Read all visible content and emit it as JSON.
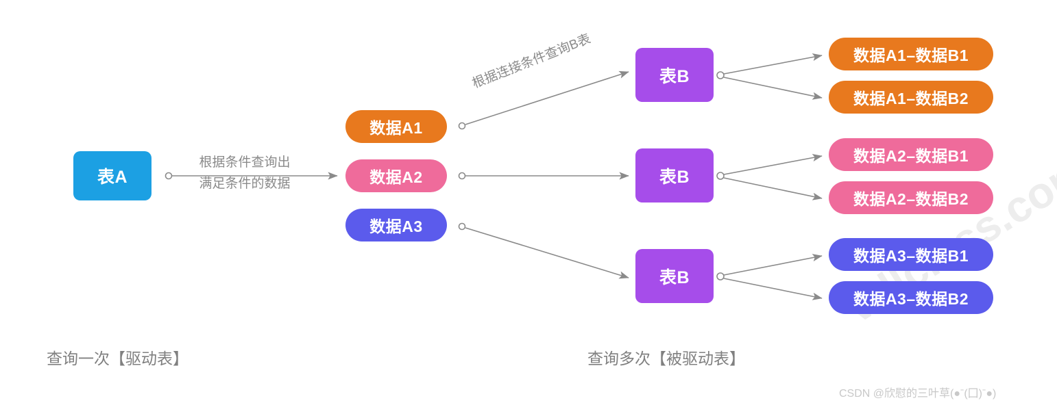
{
  "diagram": {
    "nodes": {
      "table_a": {
        "label": "表A",
        "color": "#1CA0E3"
      },
      "table_b_1": {
        "label": "表B",
        "color": "#A64DEA"
      },
      "table_b_2": {
        "label": "表B",
        "color": "#A64DEA"
      },
      "table_b_3": {
        "label": "表B",
        "color": "#A64DEA"
      },
      "data_a1": {
        "label": "数据A1",
        "color": "#E8791E"
      },
      "data_a2": {
        "label": "数据A2",
        "color": "#EF6B9B"
      },
      "data_a3": {
        "label": "数据A3",
        "color": "#5B5BEC"
      },
      "result_a1_b1": {
        "label": "数据A1–数据B1",
        "color": "#E8791E"
      },
      "result_a1_b2": {
        "label": "数据A1–数据B2",
        "color": "#E8791E"
      },
      "result_a2_b1": {
        "label": "数据A2–数据B1",
        "color": "#EF6B9B"
      },
      "result_a2_b2": {
        "label": "数据A2–数据B2",
        "color": "#EF6B9B"
      },
      "result_a3_b1": {
        "label": "数据A3–数据B1",
        "color": "#5B5BEC"
      },
      "result_a3_b2": {
        "label": "数据A3–数据B2",
        "color": "#5B5BEC"
      }
    },
    "edge_labels": {
      "from_table_a_line1": "根据条件查询出",
      "from_table_a_line2": "满足条件的数据",
      "to_table_b": "根据连接条件查询B表"
    },
    "captions": {
      "left": "查询一次【驱动表】",
      "right": "查询多次【被驱动表】"
    },
    "watermarks": {
      "background": "vdlclass.com",
      "credit": "CSDN @欣慰的三叶草(●ˉ(⼞)ˉ●)"
    },
    "colors": {
      "connector": "#8A8A8A",
      "text_muted": "#808080",
      "background": "#FFFFFF"
    }
  }
}
